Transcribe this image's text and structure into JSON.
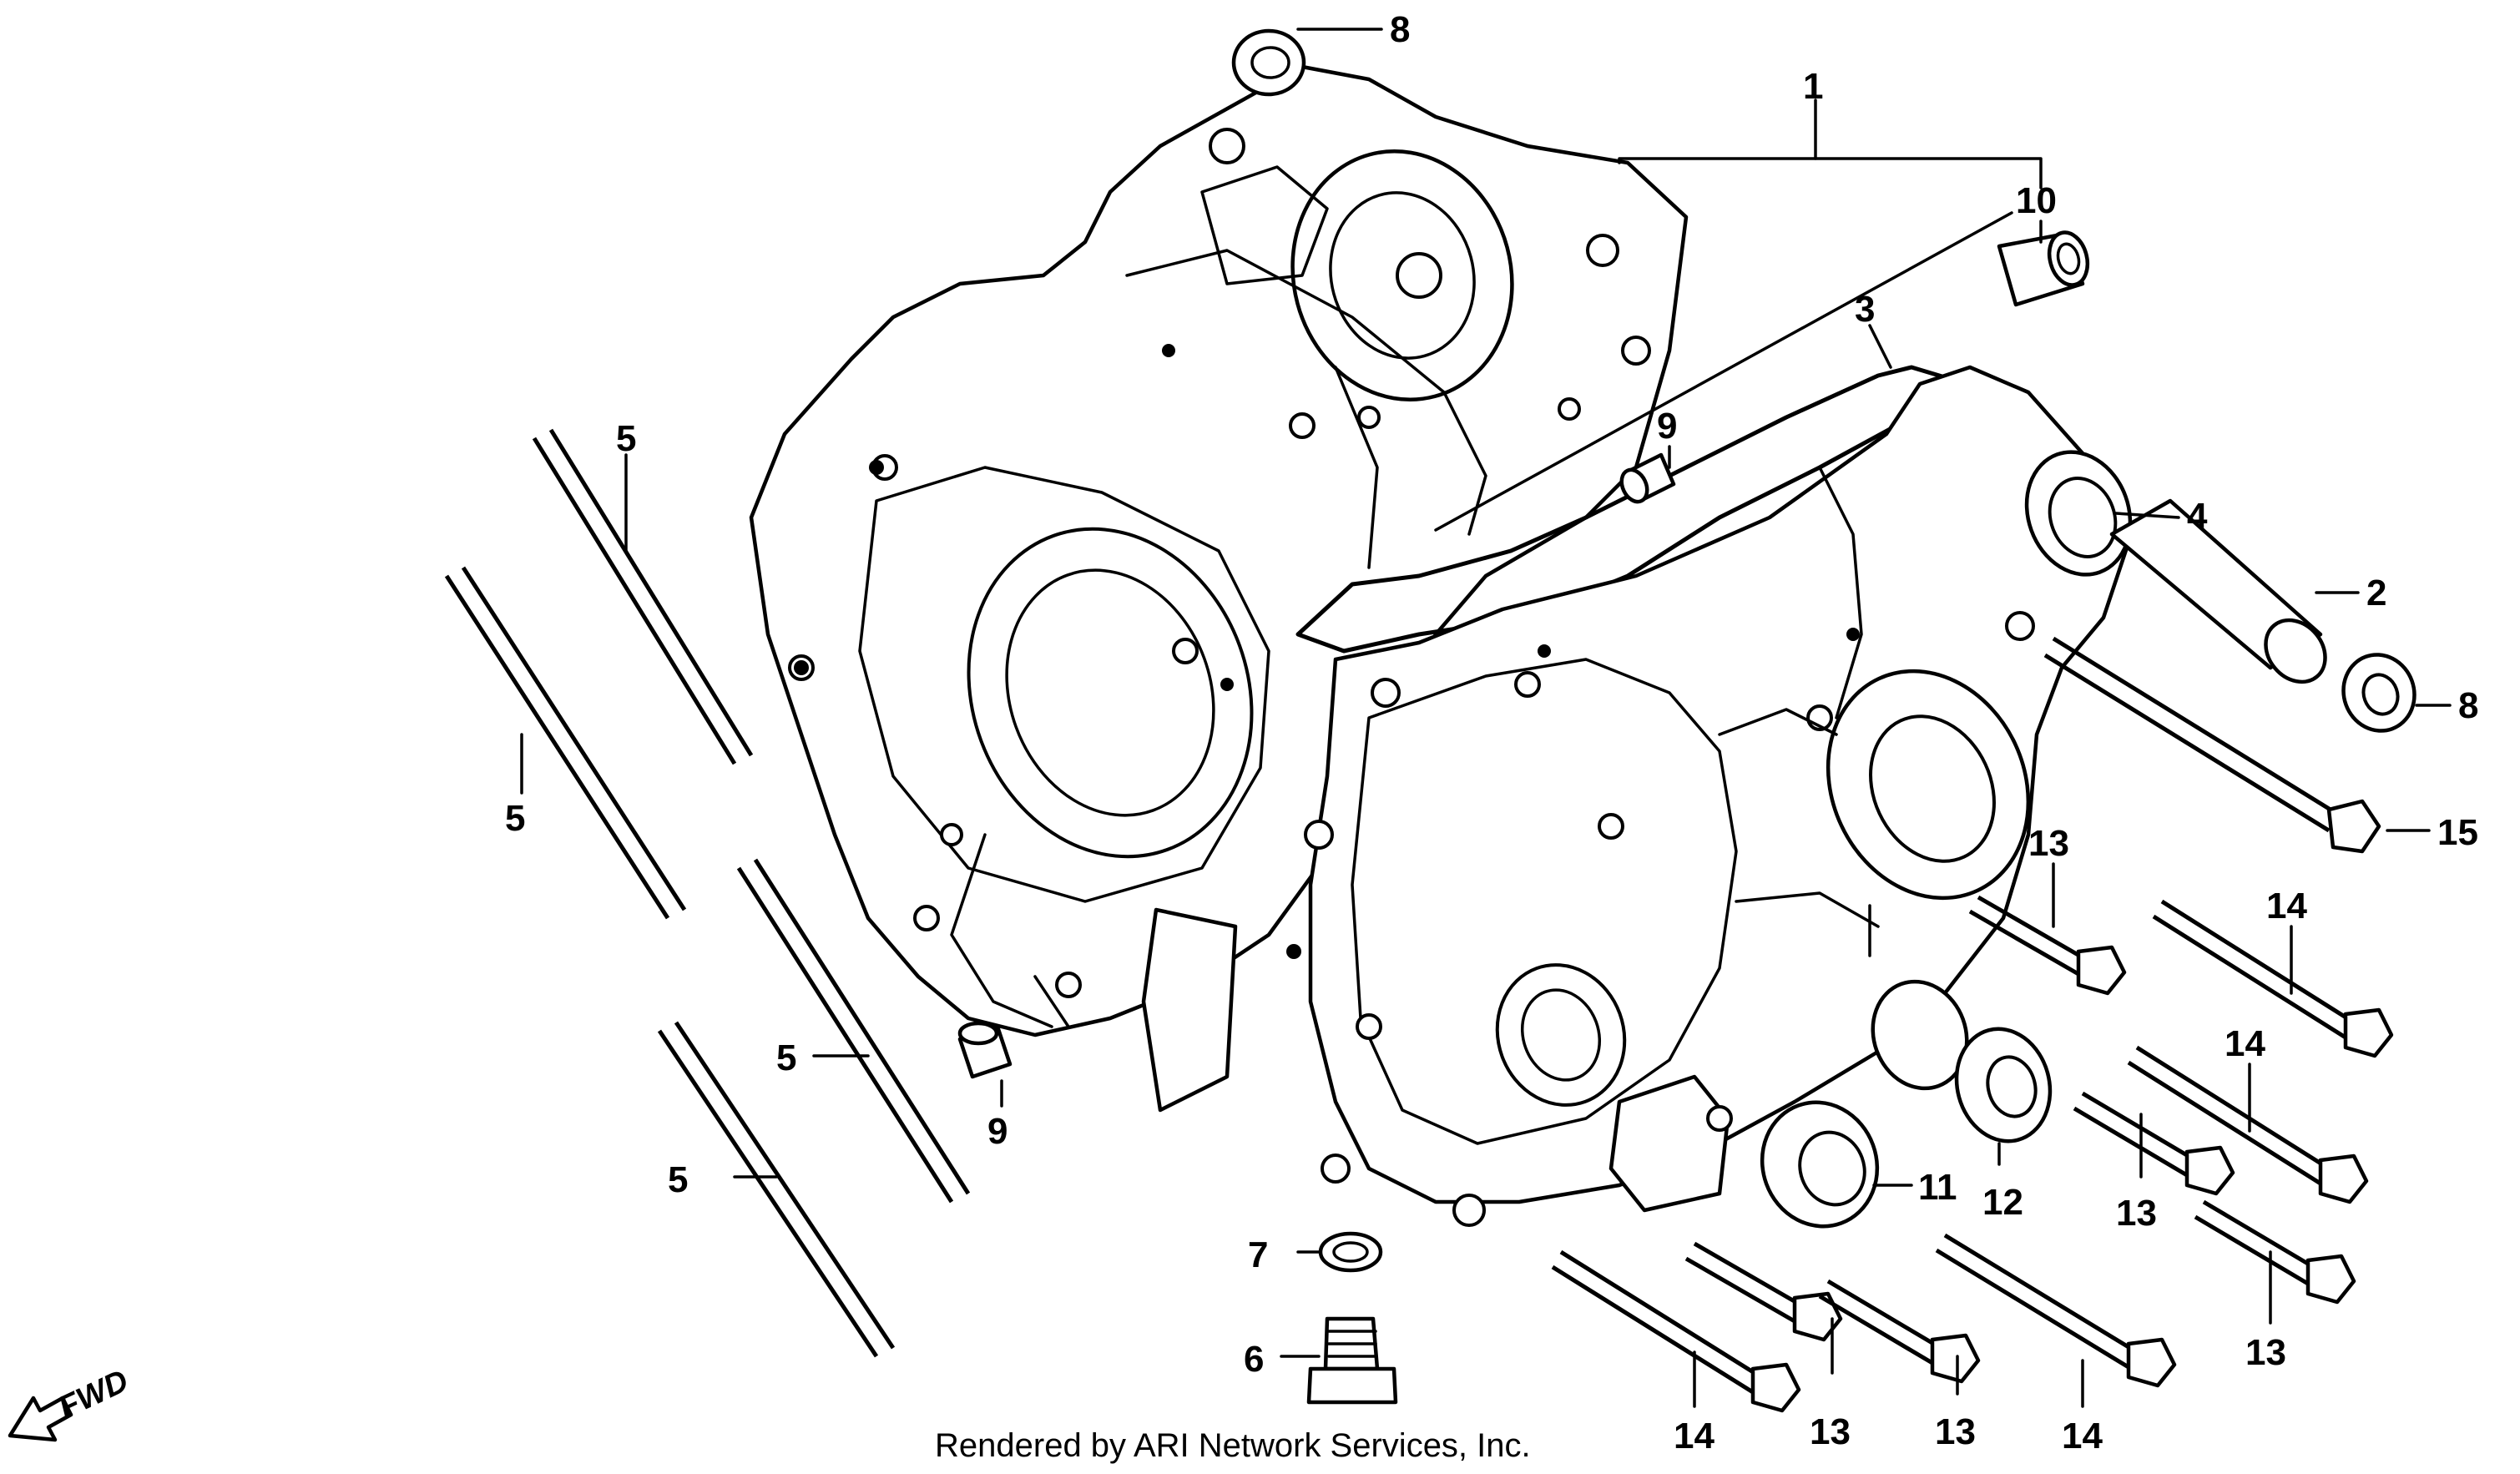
{
  "diagram": {
    "credit": "Rendered by ARI Network Services, Inc.",
    "direction_label": "FWD",
    "callouts": [
      "1",
      "2",
      "3",
      "4",
      "5",
      "6",
      "7",
      "8",
      "9",
      "10",
      "11",
      "12",
      "13",
      "14",
      "15"
    ]
  }
}
